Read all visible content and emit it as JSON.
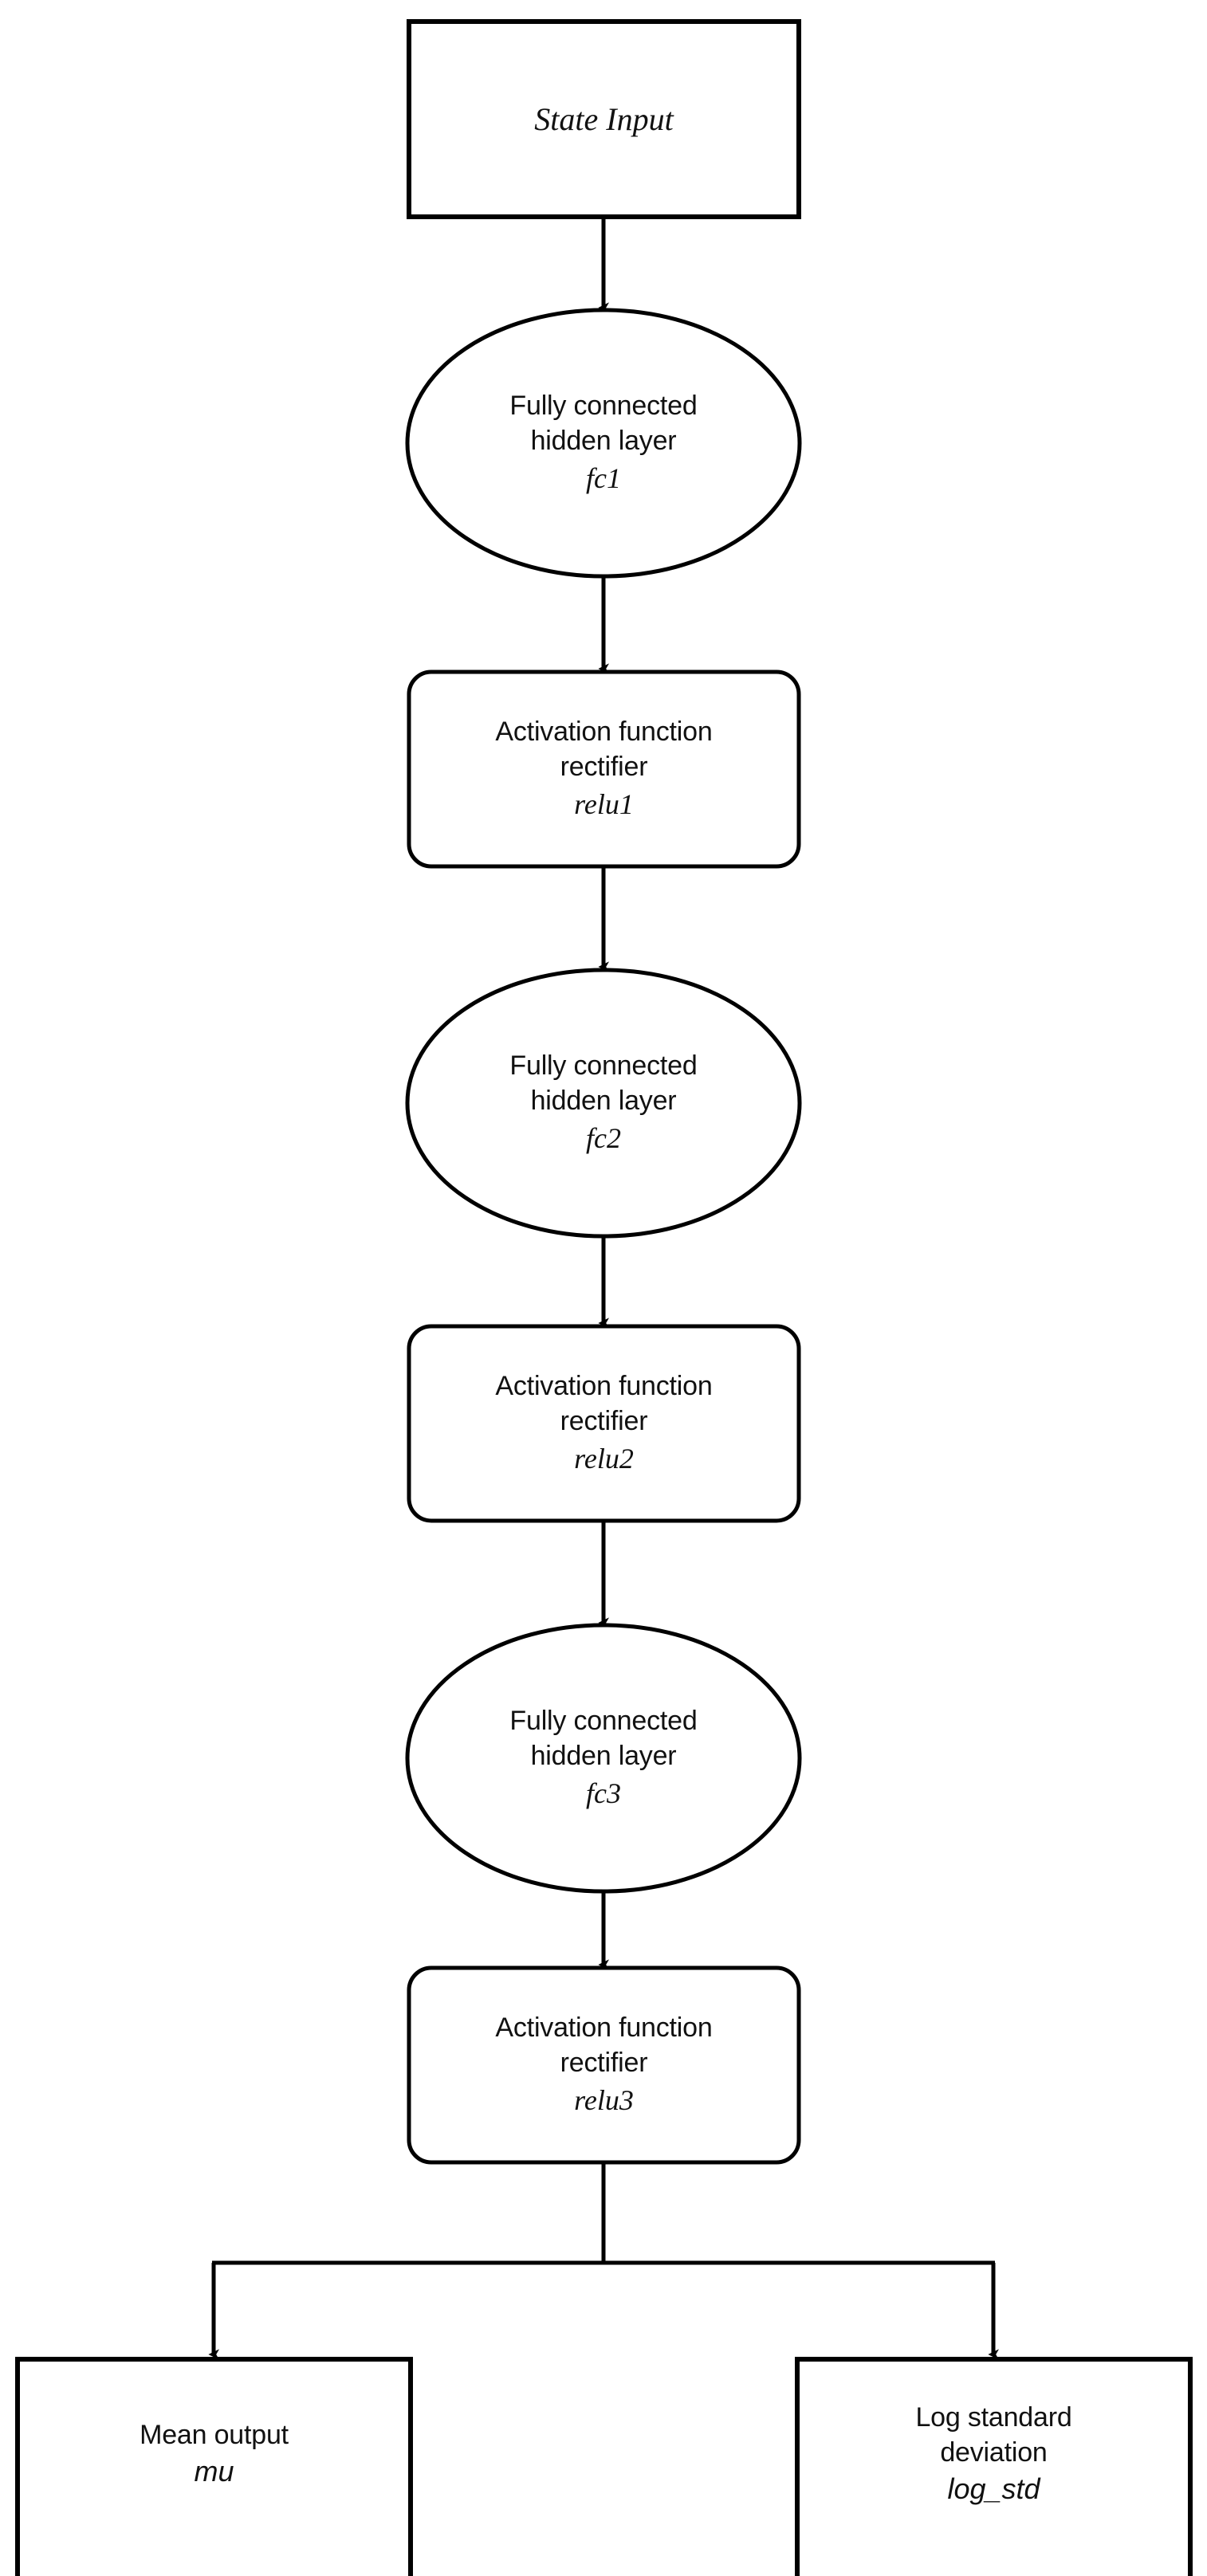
{
  "diagram": {
    "title": "Policy network architecture flowchart",
    "background_color": "#ffffff",
    "stroke_color": "#000000",
    "text_color": "#111111"
  },
  "nodes": {
    "state_input": {
      "shape": "rectangle",
      "line1": "State Input"
    },
    "fc1": {
      "shape": "ellipse",
      "line1": "Fully connected",
      "line2": "hidden layer",
      "line3": "fc1"
    },
    "relu1": {
      "shape": "rounded-rectangle",
      "line1": "Activation function",
      "line2": "rectifier",
      "line3": "relu1"
    },
    "fc2": {
      "shape": "ellipse",
      "line1": "Fully connected",
      "line2": "hidden layer",
      "line3": "fc2"
    },
    "relu2": {
      "shape": "rounded-rectangle",
      "line1": "Activation function",
      "line2": "rectifier",
      "line3": "relu2"
    },
    "fc3": {
      "shape": "ellipse",
      "line1": "Fully connected",
      "line2": "hidden layer",
      "line3": "fc3"
    },
    "relu3": {
      "shape": "rounded-rectangle",
      "line1": "Activation function",
      "line2": "rectifier",
      "line3": "relu3"
    },
    "mean_output": {
      "shape": "rectangle",
      "line1": "Mean output",
      "line2": "mu"
    },
    "log_std_output": {
      "shape": "rectangle",
      "line1": "Log standard",
      "line2": "deviation",
      "line3": "log_std"
    }
  },
  "edges": [
    {
      "name": "state-input-to-fc1",
      "from": "state_input",
      "to": "fc1",
      "style": "arrow-down"
    },
    {
      "name": "fc1-to-relu1",
      "from": "fc1",
      "to": "relu1",
      "style": "arrow-down"
    },
    {
      "name": "relu1-to-fc2",
      "from": "relu1",
      "to": "fc2",
      "style": "arrow-down"
    },
    {
      "name": "fc2-to-relu2",
      "from": "fc2",
      "to": "relu2",
      "style": "arrow-down"
    },
    {
      "name": "relu2-to-fc3",
      "from": "relu2",
      "to": "fc3",
      "style": "arrow-down"
    },
    {
      "name": "fc3-to-relu3",
      "from": "fc3",
      "to": "relu3",
      "style": "arrow-down"
    },
    {
      "name": "relu3-to-mean-output",
      "from": "relu3",
      "to": "mean_output",
      "style": "branch-left-arrow-down"
    },
    {
      "name": "relu3-to-log-std-output",
      "from": "relu3",
      "to": "log_std_output",
      "style": "branch-right-arrow-down"
    }
  ]
}
